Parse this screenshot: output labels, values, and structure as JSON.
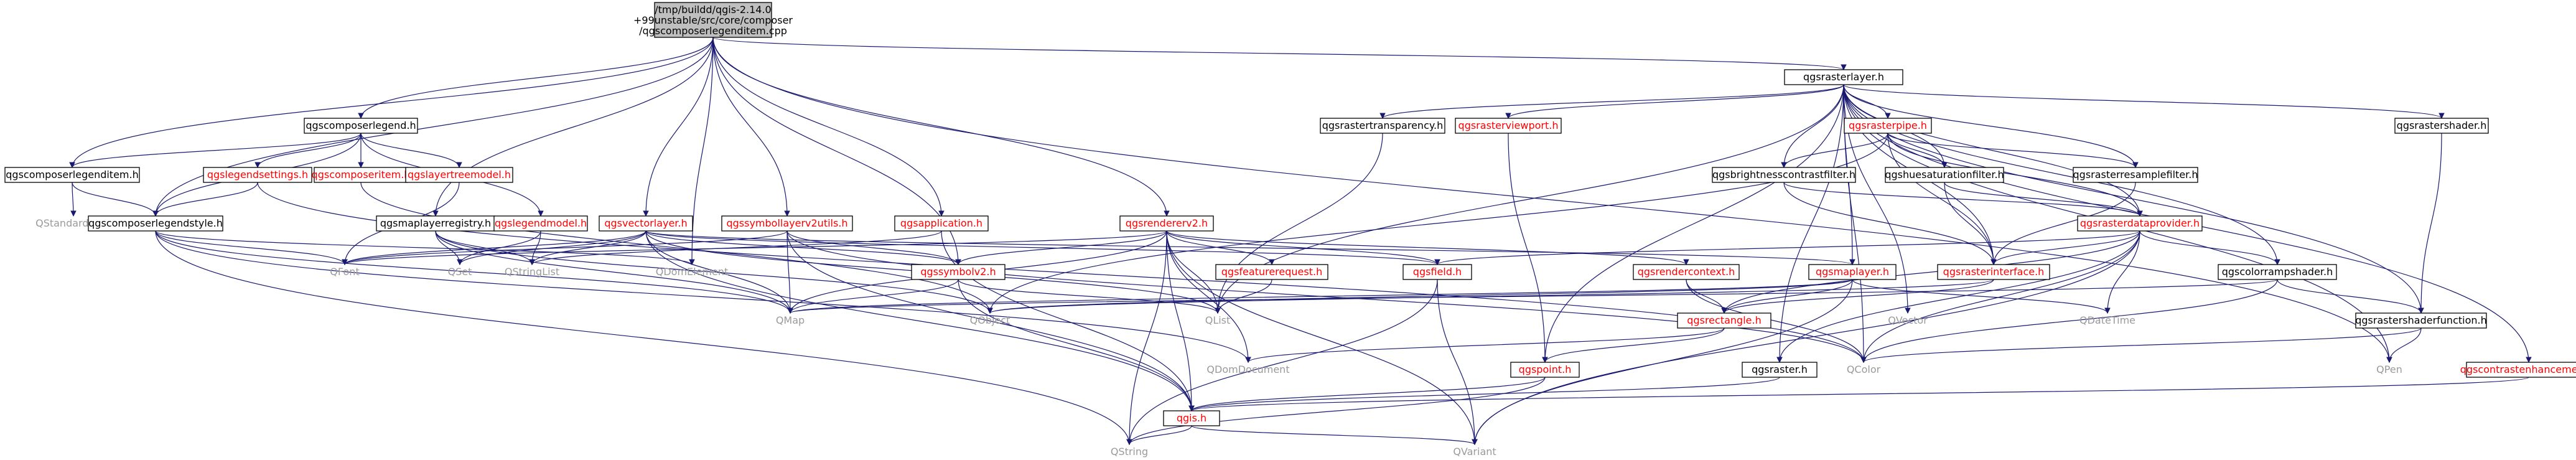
{
  "root": {
    "lines": [
      "/tmp/buildd/qgis-2.14.0",
      "+99unstable/src/core/composer",
      "/qgscomposerlegenditem.cpp"
    ]
  },
  "nodes": {
    "qgsrasterlayer": {
      "label": "qgsrasterlayer.h",
      "style": "black"
    },
    "qgscomposerlegend": {
      "label": "qgscomposerlegend.h",
      "style": "black"
    },
    "qgscomposerlegenditem": {
      "label": "qgscomposerlegenditem.h",
      "style": "black"
    },
    "qstandarditem": {
      "label": "QStandardItem",
      "style": "gray"
    },
    "qgslegendsettings": {
      "label": "qgslegendsettings.h",
      "style": "red"
    },
    "qgscomposeritem": {
      "label": "qgscomposeritem.h",
      "style": "red"
    },
    "qgslayertreemodel": {
      "label": "qgslayertreemodel.h",
      "style": "red"
    },
    "qgscomposerlegendstyle": {
      "label": "qgscomposerlegendstyle.h",
      "style": "black"
    },
    "qgsmaplayerregistry": {
      "label": "qgsmaplayerregistry.h",
      "style": "black"
    },
    "qgslegendmodel": {
      "label": "qgslegendmodel.h",
      "style": "red"
    },
    "qgsvectorlayer": {
      "label": "qgsvectorlayer.h",
      "style": "red"
    },
    "qgssymbollayerv2utils": {
      "label": "qgssymbollayerv2utils.h",
      "style": "red"
    },
    "qgsapplication": {
      "label": "qgsapplication.h",
      "style": "red"
    },
    "qgsrendererv2": {
      "label": "qgsrendererv2.h",
      "style": "red"
    },
    "qgsrastertransparency": {
      "label": "qgsrastertransparency.h",
      "style": "black"
    },
    "qgsrasterviewport": {
      "label": "qgsrasterviewport.h",
      "style": "red"
    },
    "qgsrasterpipe": {
      "label": "qgsrasterpipe.h",
      "style": "red"
    },
    "qgsrastershader": {
      "label": "qgsrastershader.h",
      "style": "black"
    },
    "qgsbrightnesscontrastfilter": {
      "label": "qgsbrightnesscontrastfilter.h",
      "style": "black"
    },
    "qgshuesaturationfilter": {
      "label": "qgshuesaturationfilter.h",
      "style": "black"
    },
    "qgsrasterresamplefilter": {
      "label": "qgsrasterresamplefilter.h",
      "style": "black"
    },
    "qgsrasterdataprovider": {
      "label": "qgsrasterdataprovider.h",
      "style": "red"
    },
    "qfont": {
      "label": "QFont",
      "style": "gray"
    },
    "qset": {
      "label": "QSet",
      "style": "gray"
    },
    "qstringlist": {
      "label": "QStringList",
      "style": "gray"
    },
    "qdomelement": {
      "label": "QDomElement",
      "style": "gray"
    },
    "qgssymbolv2": {
      "label": "qgssymbolv2.h",
      "style": "red"
    },
    "qgsfeaturerequest": {
      "label": "qgsfeaturerequest.h",
      "style": "red"
    },
    "qgsfield": {
      "label": "qgsfield.h",
      "style": "red"
    },
    "qgsrendercontext": {
      "label": "qgsrendercontext.h",
      "style": "red"
    },
    "qgsmaplayer": {
      "label": "qgsmaplayer.h",
      "style": "red"
    },
    "qgsrasterinterface": {
      "label": "qgsrasterinterface.h",
      "style": "red"
    },
    "qgscolorrampshader": {
      "label": "qgscolorrampshader.h",
      "style": "black"
    },
    "qmap": {
      "label": "QMap",
      "style": "gray"
    },
    "qobject": {
      "label": "QObject",
      "style": "gray"
    },
    "qlist": {
      "label": "QList",
      "style": "gray"
    },
    "qgsrectangle": {
      "label": "qgsrectangle.h",
      "style": "red"
    },
    "qvector": {
      "label": "QVector",
      "style": "gray"
    },
    "qdatetime": {
      "label": "QDateTime",
      "style": "gray"
    },
    "qgsrastershaderfunction": {
      "label": "qgsrastershaderfunction.h",
      "style": "black"
    },
    "qdomdocument": {
      "label": "QDomDocument",
      "style": "gray"
    },
    "qcolor": {
      "label": "QColor",
      "style": "gray"
    },
    "qpen": {
      "label": "QPen",
      "style": "gray"
    },
    "qgspoint": {
      "label": "qgspoint.h",
      "style": "red"
    },
    "qgsraster": {
      "label": "qgsraster.h",
      "style": "black"
    },
    "qgscontrastenhancement": {
      "label": "qgscontrastenhancement.h",
      "style": "red"
    },
    "qgis": {
      "label": "qgis.h",
      "style": "red"
    },
    "qstring": {
      "label": "QString",
      "style": "gray"
    },
    "qvariant": {
      "label": "QVariant",
      "style": "gray"
    }
  },
  "edges": [
    [
      "root",
      "qgsrasterlayer"
    ],
    [
      "root",
      "qgscomposerlegend"
    ],
    [
      "root",
      "qgscomposerlegenditem"
    ],
    [
      "root",
      "qgscomposerlegendstyle"
    ],
    [
      "root",
      "qgsvectorlayer"
    ],
    [
      "root",
      "qgssymbollayerv2utils"
    ],
    [
      "root",
      "qgsapplication"
    ],
    [
      "root",
      "qgsrendererv2"
    ],
    [
      "root",
      "qgsmaplayerregistry"
    ],
    [
      "root",
      "qdomelement"
    ],
    [
      "root",
      "qgssymbolv2"
    ],
    [
      "root",
      "qpen"
    ],
    [
      "qgscomposerlegend",
      "qgscomposerlegenditem"
    ],
    [
      "qgscomposerlegend",
      "qgslegendsettings"
    ],
    [
      "qgscomposerlegend",
      "qgscomposeritem"
    ],
    [
      "qgscomposerlegend",
      "qgslayertreemodel"
    ],
    [
      "qgscomposerlegend",
      "qgslegendmodel"
    ],
    [
      "qgscomposerlegend",
      "qgscomposerlegendstyle"
    ],
    [
      "qgscomposerlegenditem",
      "qstandarditem"
    ],
    [
      "qgscomposerlegenditem",
      "qgscomposerlegendstyle"
    ],
    [
      "qgslegendsettings",
      "qgscomposerlegendstyle"
    ],
    [
      "qgslegendsettings",
      "qcolor"
    ],
    [
      "qgscomposeritem",
      "qobject"
    ],
    [
      "qgslayertreemodel",
      "qfont"
    ],
    [
      "qgscomposerlegendstyle",
      "qfont"
    ],
    [
      "qgscomposerlegendstyle",
      "qmap"
    ],
    [
      "qgscomposerlegendstyle",
      "qstring"
    ],
    [
      "qgscomposerlegendstyle",
      "qdomelement"
    ],
    [
      "qgscomposerlegendstyle",
      "qdomdocument"
    ],
    [
      "qgsmaplayerregistry",
      "qmap"
    ],
    [
      "qgsmaplayerregistry",
      "qobject"
    ],
    [
      "qgsmaplayerregistry",
      "qset"
    ],
    [
      "qgsmaplayerregistry",
      "qstringlist"
    ],
    [
      "qgslegendmodel",
      "qset"
    ],
    [
      "qgslegendmodel",
      "qstringlist"
    ],
    [
      "qgsvectorlayer",
      "qmap"
    ],
    [
      "qgsvectorlayer",
      "qset"
    ],
    [
      "qgsvectorlayer",
      "qlist"
    ],
    [
      "qgsvectorlayer",
      "qstringlist"
    ],
    [
      "qgsvectorlayer",
      "qfont"
    ],
    [
      "qgsvectorlayer",
      "qgis"
    ],
    [
      "qgsvectorlayer",
      "qgsfield"
    ],
    [
      "qgsvectorlayer",
      "qgsmaplayer"
    ],
    [
      "qgsvectorlayer",
      "qgssymbolv2"
    ],
    [
      "qgssymbollayerv2utils",
      "qmap"
    ],
    [
      "qgssymbollayerv2utils",
      "qgis"
    ],
    [
      "qgssymbollayerv2utils",
      "qgssymbolv2"
    ],
    [
      "qgssymbollayerv2utils",
      "qfont"
    ],
    [
      "qgssymbollayerv2utils",
      "qcolor"
    ],
    [
      "qgsapplication",
      "qstringlist"
    ],
    [
      "qgsapplication",
      "qgis"
    ],
    [
      "qgsrendererv2",
      "qgis"
    ],
    [
      "qgsrendererv2",
      "qlist"
    ],
    [
      "qgsrendererv2",
      "qstring"
    ],
    [
      "qgsrendererv2",
      "qvariant"
    ],
    [
      "qgsrendererv2",
      "qmap"
    ],
    [
      "qgsrendererv2",
      "qdomdocument"
    ],
    [
      "qgsrendererv2",
      "qgssymbolv2"
    ],
    [
      "qgsrendererv2",
      "qgsfeaturerequest"
    ],
    [
      "qgsrendererv2",
      "qgsfield"
    ],
    [
      "qgsrendererv2",
      "qgsrendercontext"
    ],
    [
      "qgsrendererv2",
      "qfont"
    ],
    [
      "qgssymbolv2",
      "qgis"
    ],
    [
      "qgssymbolv2",
      "qmap"
    ],
    [
      "qgssymbolv2",
      "qlist"
    ],
    [
      "qgsfeaturerequest",
      "qlist"
    ],
    [
      "qgsfield",
      "qstring"
    ],
    [
      "qgsfield",
      "qvariant"
    ],
    [
      "qgsrendercontext",
      "qgsrectangle"
    ],
    [
      "qgsrendercontext",
      "qcolor"
    ],
    [
      "qgsmaplayer",
      "qgsrectangle"
    ],
    [
      "qgsmaplayer",
      "qobject"
    ],
    [
      "qgsmaplayer",
      "qdatetime"
    ],
    [
      "qgsmaplayer",
      "qvariant"
    ],
    [
      "qgsmaplayer",
      "qmap"
    ],
    [
      "qgsrectangle",
      "qgspoint"
    ],
    [
      "qgsrectangle",
      "qdomdocument"
    ],
    [
      "qgspoint",
      "qgis"
    ],
    [
      "qgspoint",
      "qstring"
    ],
    [
      "qgis",
      "qstring"
    ],
    [
      "qgis",
      "qvariant"
    ],
    [
      "qgsrasterlayer",
      "qgsrastertransparency"
    ],
    [
      "qgsrasterlayer",
      "qgsrasterviewport"
    ],
    [
      "qgsrasterlayer",
      "qgsrasterpipe"
    ],
    [
      "qgsrasterlayer",
      "qgsrastershader"
    ],
    [
      "qgsrasterlayer",
      "qgsbrightnesscontrastfilter"
    ],
    [
      "qgsrasterlayer",
      "qgshuesaturationfilter"
    ],
    [
      "qgsrasterlayer",
      "qgsrasterresamplefilter"
    ],
    [
      "qgsrasterlayer",
      "qgsrasterdataprovider"
    ],
    [
      "qgsrasterlayer",
      "qgscolorrampshader"
    ],
    [
      "qgsrasterlayer",
      "qgsmaplayer"
    ],
    [
      "qgsrasterlayer",
      "qgsrasterinterface"
    ],
    [
      "qgsrasterlayer",
      "qgsrastershaderfunction"
    ],
    [
      "qgsrasterlayer",
      "qgscontrastenhancement"
    ],
    [
      "qgsrasterlayer",
      "qgsraster"
    ],
    [
      "qgsrasterlayer",
      "qgspoint"
    ],
    [
      "qgsrasterlayer",
      "qcolor"
    ],
    [
      "qgsrasterlayer",
      "qpen"
    ],
    [
      "qgsrasterlayer",
      "qlist"
    ],
    [
      "qgsrasterlayer",
      "qvector"
    ],
    [
      "qgsrastertransparency",
      "qlist"
    ],
    [
      "qgsrasterviewport",
      "qgspoint"
    ],
    [
      "qgsrasterpipe",
      "qgsrasterdataprovider"
    ],
    [
      "qgsrasterpipe",
      "qgsbrightnesscontrastfilter"
    ],
    [
      "qgsrasterpipe",
      "qgshuesaturationfilter"
    ],
    [
      "qgsrasterpipe",
      "qgsrasterresamplefilter"
    ],
    [
      "qgsrasterpipe",
      "qgsrasterinterface"
    ],
    [
      "qgsrasterpipe",
      "qobject"
    ],
    [
      "qgsrastershader",
      "qgsrastershaderfunction"
    ],
    [
      "qgsbrightnesscontrastfilter",
      "qgsrasterdataprovider"
    ],
    [
      "qgsbrightnesscontrastfilter",
      "qgsrasterinterface"
    ],
    [
      "qgshuesaturationfilter",
      "qgsrasterdataprovider"
    ],
    [
      "qgshuesaturationfilter",
      "qgsrasterinterface"
    ],
    [
      "qgsrasterresamplefilter",
      "qgsrasterinterface"
    ],
    [
      "qgsrasterdataprovider",
      "qgsrasterinterface"
    ],
    [
      "qgsrasterdataprovider",
      "qgscolorrampshader"
    ],
    [
      "qgsrasterdataprovider",
      "qgsraster"
    ],
    [
      "qgsrasterdataprovider",
      "qgsrectangle"
    ],
    [
      "qgsrasterdataprovider",
      "qdatetime"
    ],
    [
      "qgsrasterdataprovider",
      "qvariant"
    ],
    [
      "qgsrasterdataprovider",
      "qgsfield"
    ],
    [
      "qgsrasterdataprovider",
      "qcolor"
    ],
    [
      "qgsrasterinterface",
      "qgsrectangle"
    ],
    [
      "qgsrasterinterface",
      "qobject"
    ],
    [
      "qgscolorrampshader",
      "qgsrastershaderfunction"
    ],
    [
      "qgscolorrampshader",
      "qcolor"
    ],
    [
      "qgscolorrampshader",
      "qmap"
    ],
    [
      "qgsrastershaderfunction",
      "qcolor"
    ],
    [
      "qgsrastershaderfunction",
      "qpen"
    ],
    [
      "qgsraster",
      "qgis"
    ],
    [
      "qgscontrastenhancement",
      "qgis"
    ]
  ]
}
